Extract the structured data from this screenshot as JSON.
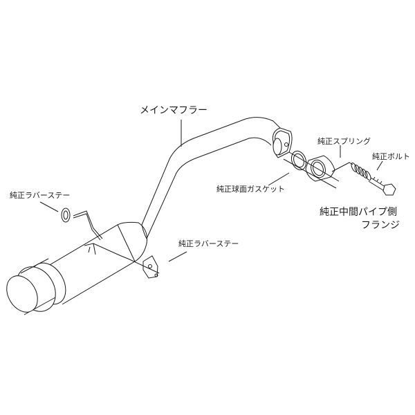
{
  "diagram": {
    "type": "exploded-parts-diagram",
    "subject": "exhaust muffler assembly",
    "line_color": "#1a1a1a",
    "background": "#ffffff",
    "labels": {
      "main_muffler": "メインマフラー",
      "oem_spring": "純正スプリング",
      "oem_bolt": "純正ボルト",
      "oem_spherical_gasket": "純正球面ガスケット",
      "oem_mid_pipe_flange_line1": "純正中間パイプ側",
      "oem_mid_pipe_flange_line2": "フランジ",
      "oem_rubber_stay_left": "純正ラバーステー",
      "oem_rubber_stay_center": "純正ラバーステー"
    }
  }
}
